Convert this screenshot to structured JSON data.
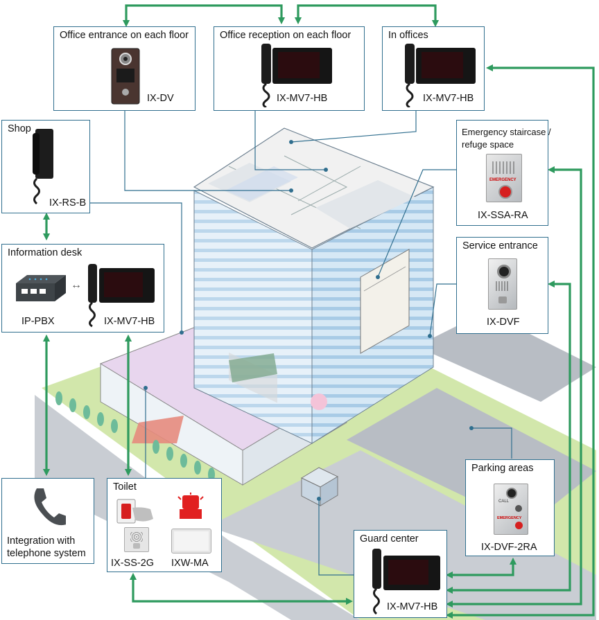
{
  "boxes": {
    "office_entrance": {
      "title": "Office entrance on each floor",
      "model": "IX-DV"
    },
    "office_reception": {
      "title": "Office reception on each floor",
      "model": "IX-MV7-HB"
    },
    "in_offices": {
      "title": "In offices",
      "model": "IX-MV7-HB"
    },
    "shop": {
      "title": "Shop",
      "model": "IX-RS-B"
    },
    "emergency": {
      "title_line1": "Emergency staircase /",
      "title_line2": "refuge space",
      "model": "IX-SSA-RA",
      "panel_text": "EMERGENCY"
    },
    "information_desk": {
      "title": "Information desk",
      "model_pbx": "IP-PBX",
      "model_monitor": "IX-MV7-HB"
    },
    "service_entrance": {
      "title": "Service entrance",
      "model": "IX-DVF"
    },
    "integration": {
      "line1": "Integration with",
      "line2": "telephone system"
    },
    "toilet": {
      "title": "Toilet",
      "model1": "IX-SS-2G",
      "model2": "IXW-MA"
    },
    "parking": {
      "title": "Parking areas",
      "model": "IX-DVF-2RA",
      "panel_call": "CALL",
      "panel_emergency": "EMERGENCY"
    },
    "guard_center": {
      "title": "Guard center",
      "model": "IX-MV7-HB"
    }
  },
  "colors": {
    "arrow": "#2e9a5e",
    "box_border": "#2f6e8e",
    "building_face": "#cfe3f2",
    "building_stripe": "#9fc4e2",
    "lawn": "#cfe6a6",
    "road": "#c8ccd2",
    "interior_floor": "#ead7ee"
  },
  "icons": [
    "intercom-door-station-icon",
    "video-monitor-handset-icon",
    "handset-station-icon",
    "pbx-switch-icon",
    "telephone-handset-icon",
    "emergency-call-button-icon",
    "strobe-light-icon",
    "speaker-station-icon",
    "audio-adaptor-icon",
    "emergency-station-icon"
  ]
}
